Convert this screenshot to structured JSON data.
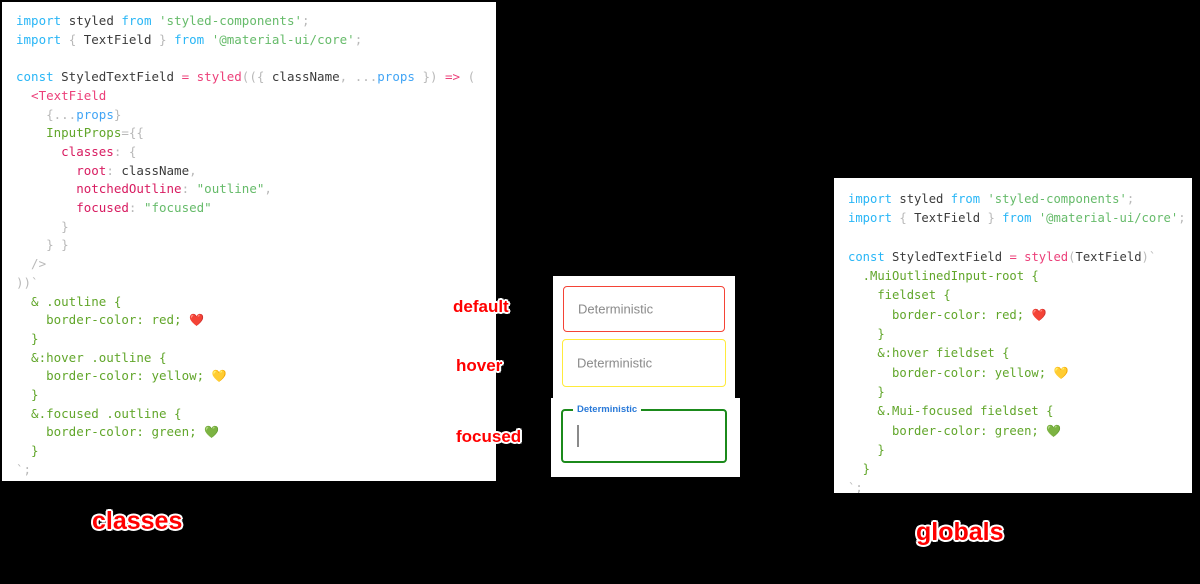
{
  "left_panel": {
    "name": "classes-approach-code",
    "lines": [
      [
        {
          "t": "import ",
          "c": "kw"
        },
        {
          "t": "styled ",
          "c": "id"
        },
        {
          "t": "from ",
          "c": "kw"
        },
        {
          "t": "'styled-components'",
          "c": "str"
        },
        {
          "t": ";",
          "c": "punct"
        }
      ],
      [
        {
          "t": "import ",
          "c": "kw"
        },
        {
          "t": "{ ",
          "c": "punct"
        },
        {
          "t": "TextField ",
          "c": "id"
        },
        {
          "t": "} ",
          "c": "punct"
        },
        {
          "t": "from ",
          "c": "kw"
        },
        {
          "t": "'@material-ui/core'",
          "c": "str"
        },
        {
          "t": ";",
          "c": "punct"
        }
      ],
      [],
      [
        {
          "t": "const ",
          "c": "kw"
        },
        {
          "t": "StyledTextField ",
          "c": "id"
        },
        {
          "t": "= ",
          "c": "fn"
        },
        {
          "t": "styled",
          "c": "fn"
        },
        {
          "t": "(({ ",
          "c": "punct"
        },
        {
          "t": "className",
          "c": "id"
        },
        {
          "t": ", ",
          "c": "punct"
        },
        {
          "t": "...",
          "c": "punct"
        },
        {
          "t": "props",
          "c": "var"
        },
        {
          "t": " }) ",
          "c": "punct"
        },
        {
          "t": "=> ",
          "c": "fn"
        },
        {
          "t": "(",
          "c": "punct"
        }
      ],
      [
        {
          "t": "  <",
          "c": "fn"
        },
        {
          "t": "TextField",
          "c": "fn"
        }
      ],
      [
        {
          "t": "    {...",
          "c": "punct"
        },
        {
          "t": "props",
          "c": "var"
        },
        {
          "t": "}",
          "c": "punct"
        }
      ],
      [
        {
          "t": "    InputProps",
          "c": "green"
        },
        {
          "t": "={{",
          "c": "punct"
        }
      ],
      [
        {
          "t": "      classes",
          "c": "prop"
        },
        {
          "t": ": {",
          "c": "punct"
        }
      ],
      [
        {
          "t": "        root",
          "c": "prop"
        },
        {
          "t": ": ",
          "c": "punct"
        },
        {
          "t": "className",
          "c": "id"
        },
        {
          "t": ",",
          "c": "punct"
        }
      ],
      [
        {
          "t": "        notchedOutline",
          "c": "prop"
        },
        {
          "t": ": ",
          "c": "punct"
        },
        {
          "t": "\"outline\"",
          "c": "str"
        },
        {
          "t": ",",
          "c": "punct"
        }
      ],
      [
        {
          "t": "        focused",
          "c": "prop"
        },
        {
          "t": ": ",
          "c": "punct"
        },
        {
          "t": "\"focused\"",
          "c": "str"
        }
      ],
      [
        {
          "t": "      }",
          "c": "punct"
        }
      ],
      [
        {
          "t": "    } }",
          "c": "punct"
        }
      ],
      [
        {
          "t": "  />",
          "c": "punct"
        }
      ],
      [
        {
          "t": "))`",
          "c": "punct"
        }
      ],
      [
        {
          "t": "  & .outline {",
          "c": "green"
        }
      ],
      [
        {
          "t": "    border-color: red; ",
          "c": "green"
        },
        {
          "t": "❤️",
          "c": "emoji"
        }
      ],
      [
        {
          "t": "  }",
          "c": "green"
        }
      ],
      [
        {
          "t": "  &:hover .outline {",
          "c": "green"
        }
      ],
      [
        {
          "t": "    border-color: yellow; ",
          "c": "green"
        },
        {
          "t": "💛",
          "c": "emoji"
        }
      ],
      [
        {
          "t": "  }",
          "c": "green"
        }
      ],
      [
        {
          "t": "  &.focused .outline {",
          "c": "green"
        }
      ],
      [
        {
          "t": "    border-color: green; ",
          "c": "green"
        },
        {
          "t": "💚",
          "c": "emoji"
        }
      ],
      [
        {
          "t": "  }",
          "c": "green"
        }
      ],
      [
        {
          "t": "`;",
          "c": "punct"
        }
      ]
    ]
  },
  "right_panel": {
    "name": "globals-approach-code",
    "lines": [
      [
        {
          "t": "import ",
          "c": "kw"
        },
        {
          "t": "styled ",
          "c": "id"
        },
        {
          "t": "from ",
          "c": "kw"
        },
        {
          "t": "'styled-components'",
          "c": "str"
        },
        {
          "t": ";",
          "c": "punct"
        }
      ],
      [
        {
          "t": "import ",
          "c": "kw"
        },
        {
          "t": "{ ",
          "c": "punct"
        },
        {
          "t": "TextField ",
          "c": "id"
        },
        {
          "t": "} ",
          "c": "punct"
        },
        {
          "t": "from ",
          "c": "kw"
        },
        {
          "t": "'@material-ui/core'",
          "c": "str"
        },
        {
          "t": ";",
          "c": "punct"
        }
      ],
      [],
      [
        {
          "t": "const ",
          "c": "kw"
        },
        {
          "t": "StyledTextField ",
          "c": "id"
        },
        {
          "t": "= ",
          "c": "fn"
        },
        {
          "t": "styled",
          "c": "fn"
        },
        {
          "t": "(",
          "c": "punct"
        },
        {
          "t": "TextField",
          "c": "id"
        },
        {
          "t": ")`",
          "c": "punct"
        }
      ],
      [
        {
          "t": "  .MuiOutlinedInput-root {",
          "c": "green"
        }
      ],
      [
        {
          "t": "    fieldset {",
          "c": "green"
        }
      ],
      [
        {
          "t": "      border-color: red; ",
          "c": "green"
        },
        {
          "t": "❤️",
          "c": "emoji"
        }
      ],
      [
        {
          "t": "    }",
          "c": "green"
        }
      ],
      [
        {
          "t": "    &:hover fieldset {",
          "c": "green"
        }
      ],
      [
        {
          "t": "      border-color: yellow; ",
          "c": "green"
        },
        {
          "t": "💛",
          "c": "emoji"
        }
      ],
      [
        {
          "t": "    }",
          "c": "green"
        }
      ],
      [
        {
          "t": "    &.Mui-focused fieldset {",
          "c": "green"
        }
      ],
      [
        {
          "t": "      border-color: green; ",
          "c": "green"
        },
        {
          "t": "💚",
          "c": "emoji"
        }
      ],
      [
        {
          "t": "    }",
          "c": "green"
        }
      ],
      [
        {
          "t": "  }",
          "c": "green"
        }
      ],
      [
        {
          "t": "`;",
          "c": "punct"
        }
      ]
    ]
  },
  "demo": {
    "default_field": {
      "value": "Deterministic",
      "border_color": "#f44336"
    },
    "hover_field": {
      "value": "Deterministic",
      "border_color": "#ffeb3b"
    },
    "focused_field": {
      "label": "Deterministic",
      "value": "",
      "border_color": "#1b8a1b",
      "label_color": "#2979d8"
    }
  },
  "callouts": {
    "default": "default",
    "hover": "hover",
    "focused": "focused",
    "classes": "classes",
    "globals": "globals",
    "color": "#ff0000"
  }
}
